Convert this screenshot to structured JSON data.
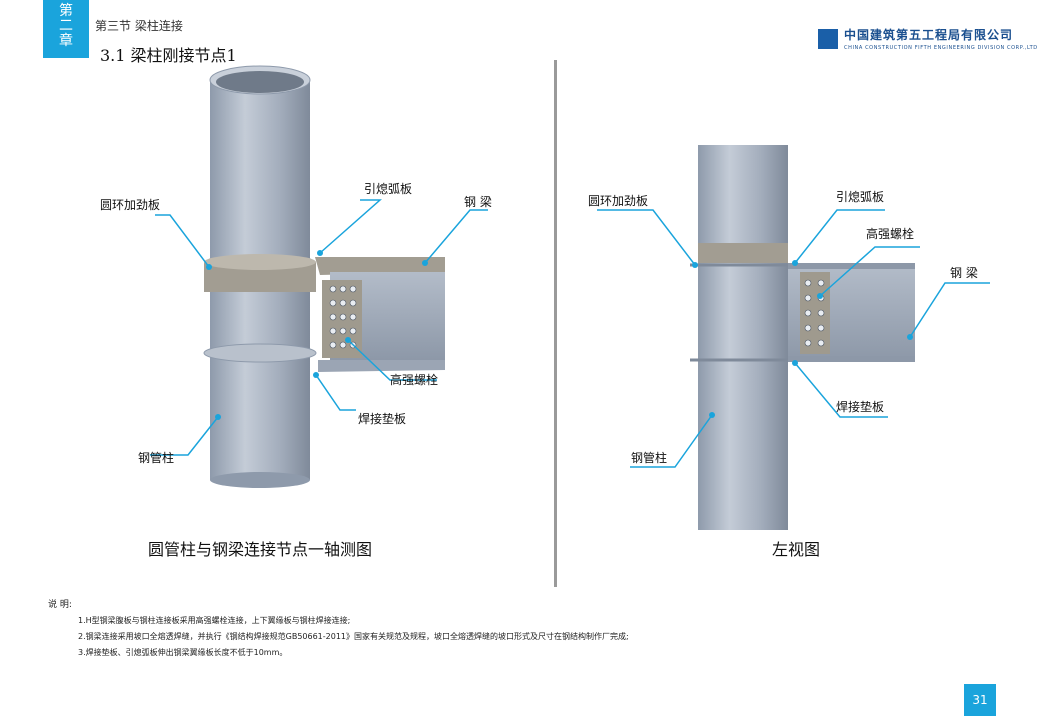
{
  "header": {
    "chapter_chars": [
      "第",
      "二",
      "章"
    ],
    "section": "第三节 梁柱连接",
    "node_title": "3.1 梁柱刚接节点1",
    "company_cn": "中国建筑第五工程局有限公司",
    "company_en": "CHINA CONSTRUCTION FIFTH ENGINEERING DIVISION CORP.,LTD"
  },
  "left_figure": {
    "labels": {
      "ring_plate": "圆环加劲板",
      "arc_plate": "引熄弧板",
      "steel_beam": "钢 梁",
      "hs_bolt": "高强螺栓",
      "weld_backing": "焊接垫板",
      "steel_tube_column": "钢管柱"
    },
    "caption": "圆管柱与钢梁连接节点一轴测图"
  },
  "right_figure": {
    "labels": {
      "ring_plate": "圆环加劲板",
      "arc_plate": "引熄弧板",
      "hs_bolt": "高强螺栓",
      "steel_beam": "钢 梁",
      "weld_backing": "焊接垫板",
      "steel_tube_column": "钢管柱"
    },
    "caption": "左视图"
  },
  "notes": {
    "heading": "说 明:",
    "lines": [
      "1.H型钢梁腹板与钢柱连接板采用高强螺栓连接，上下翼缘板与钢柱焊接连接;",
      "2.钢梁连接采用坡口全熔透焊缝，并执行《钢结构焊接规范GB50661-2011》国家有关规范及规程，坡口全熔透焊缝的坡口形式及尺寸在钢结构制作厂完成;",
      "3.焊接垫板、引熄弧板伸出钢梁翼缘板长度不低于10mm。"
    ]
  },
  "page_number": "31",
  "colors": {
    "accent": "#1aa4dc",
    "steel": "#a9b3c2",
    "leader": "#1aa4dc"
  }
}
